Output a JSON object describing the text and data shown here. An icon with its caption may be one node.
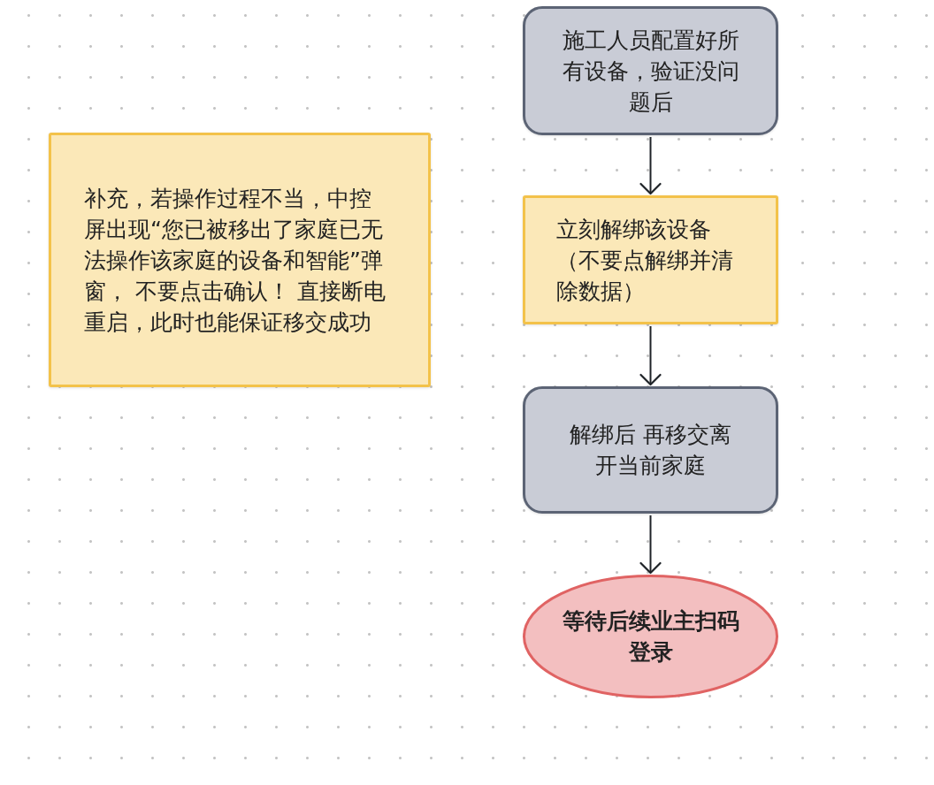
{
  "diagram": {
    "nodes": [
      {
        "text": [
          "施工人员配置好所有设备，验证没问题后"
        ]
      },
      {
        "text": [
          "立刻解绑该设备（不要点解绑并清除数据）"
        ]
      },
      {
        "text": [
          "解绑后 再移交离开当前家庭"
        ]
      },
      {
        "text": [
          "等待后续业主扫码登录"
        ]
      },
      {
        "text": [
          "补充，若操作过程不当，中控屏出现“您已被移出了家庭已无法操作该家庭的设备和智能”弹窗， 不要点击确认！ 直接断电重启，此时也能保证移交成功"
        ]
      }
    ],
    "edges": [
      {
        "from": 0,
        "to": 1,
        "arrow": "to"
      },
      {
        "from": 1,
        "to": 2,
        "arrow": "to"
      },
      {
        "from": 2,
        "to": 3,
        "arrow": "to"
      }
    ]
  }
}
